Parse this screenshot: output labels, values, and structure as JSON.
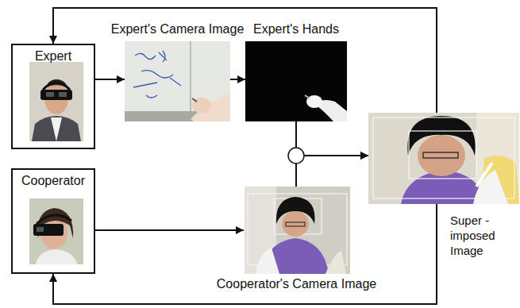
{
  "diagram": {
    "nodes": [
      {
        "text": [
          "Expert"
        ]
      },
      {
        "text": [
          "Expert's Camera Image"
        ]
      },
      {
        "text": [
          "Expert's Hands"
        ]
      },
      {
        "text": [
          "Super -imposed Image"
        ]
      },
      {
        "text": [
          "Cooperator"
        ]
      },
      {
        "text": [
          "Cooperator's Camera Image"
        ]
      }
    ],
    "edges": [
      {
        "from": 0,
        "to": 1,
        "arrow": "to"
      },
      {
        "from": 1,
        "to": 2,
        "arrow": "to"
      },
      {
        "from": 2,
        "to": 3,
        "arrow": "to"
      },
      {
        "from": 5,
        "to": 3,
        "arrow": "to"
      },
      {
        "from": 4,
        "to": 5,
        "arrow": "to"
      },
      {
        "from": 3,
        "to": 0,
        "arrow": "to"
      },
      {
        "from": 3,
        "to": 4,
        "arrow": "to"
      }
    ]
  }
}
